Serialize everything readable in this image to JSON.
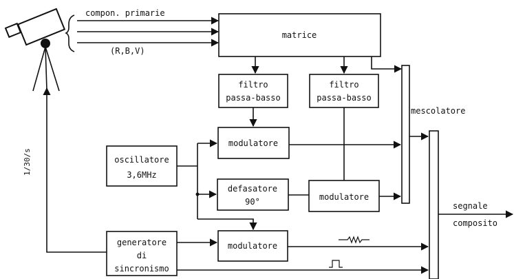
{
  "blocks": {
    "matrice": "matrice",
    "filtro1_line1": "filtro",
    "filtro1_line2": "passa-basso",
    "filtro2_line1": "filtro",
    "filtro2_line2": "passa-basso",
    "modulatore_top": "modulatore",
    "oscillatore_line1": "oscillatore",
    "oscillatore_line2": "3,6MHz",
    "defasatore_line1": "defasatore",
    "defasatore_line2": "90°",
    "modulatore_right": "modulatore",
    "modulatore_bottom": "modulatore",
    "generatore_line1": "generatore",
    "generatore_line2": "di",
    "generatore_line3": "sincronismo"
  },
  "labels": {
    "compon_primarie": "compon. primarie",
    "rbv": "(R,B,V)",
    "mescolatore": "mescolatore",
    "segnale": "segnale",
    "composito": "composito",
    "freq": "1/30/s"
  }
}
